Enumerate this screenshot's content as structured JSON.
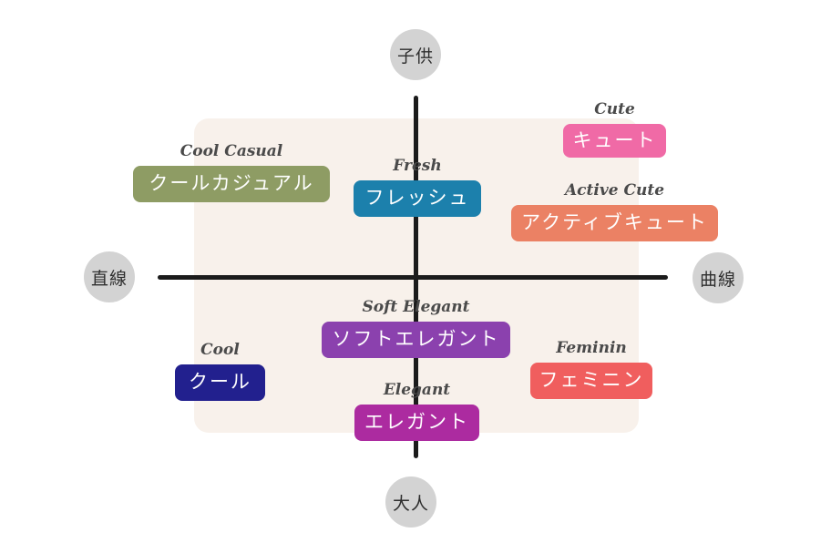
{
  "colors": {
    "page_bg": "#ffffff",
    "panel_bg": "#f8f1eb",
    "axis_line": "#1b1b1b",
    "endpoint_bg": "#d3d3d3",
    "endpoint_text": "#2e2e2e",
    "script_label_text": "#4a4a4a",
    "box_text": "#ffffff"
  },
  "axes": {
    "top": "子供",
    "bottom": "大人",
    "left": "直線",
    "right": "曲線"
  },
  "style_items": [
    {
      "id": "cool-casual",
      "en": "Cool Casual",
      "jp": "クールカジュアル",
      "color": "#8e9c64"
    },
    {
      "id": "fresh",
      "en": "Fresh",
      "jp": "フレッシュ",
      "color": "#1c80ac"
    },
    {
      "id": "cute",
      "en": "Cute",
      "jp": "キュート",
      "color": "#f06aa6"
    },
    {
      "id": "active-cute",
      "en": "Active Cute",
      "jp": "アクティブキュート",
      "color": "#eb8164"
    },
    {
      "id": "soft-elegant",
      "en": "Soft Elegant",
      "jp": "ソフトエレガント",
      "color": "#8b41ae"
    },
    {
      "id": "cool",
      "en": "Cool",
      "jp": "クール",
      "color": "#22208e"
    },
    {
      "id": "elegant",
      "en": "Elegant",
      "jp": "エレガント",
      "color": "#ac2ba0"
    },
    {
      "id": "feminin",
      "en": "Feminin",
      "jp": "フェミニン",
      "color": "#f05e5e"
    }
  ]
}
